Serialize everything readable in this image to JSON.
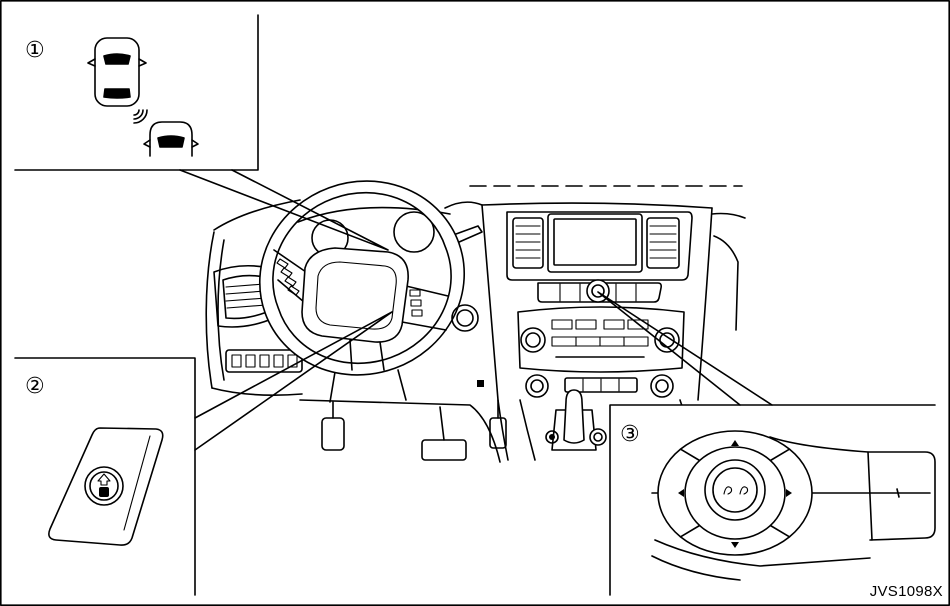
{
  "figure": {
    "code": "JVS1098X"
  },
  "callouts": {
    "one": "①",
    "two": "②",
    "three": "③"
  },
  "colors": {
    "line": "#000000",
    "background": "#ffffff"
  },
  "icons": {
    "callout_1": "vehicle-detection-icon",
    "callout_2": "switch-button-icon",
    "callout_3": "controller-knob-icon"
  }
}
